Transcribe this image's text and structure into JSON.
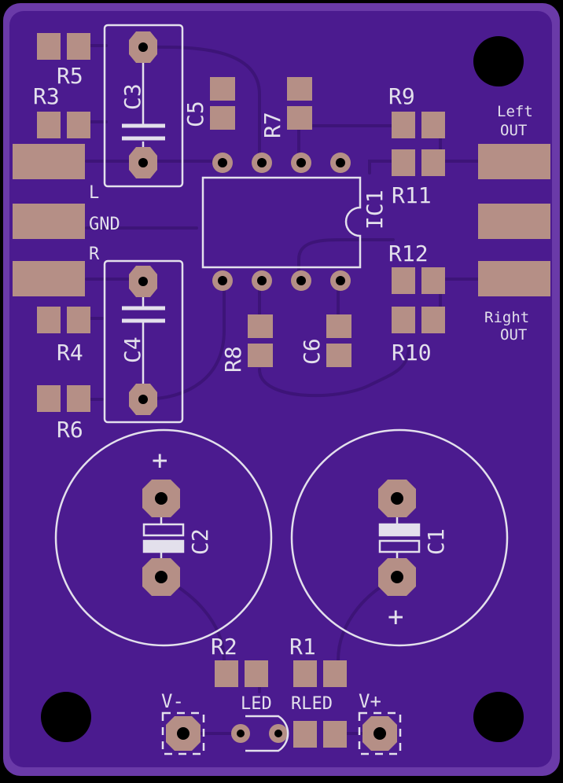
{
  "colors": {
    "background": "#000000",
    "board": "#4b1b8f",
    "board_edge": "#6a3aa8",
    "trace": "#3d1478",
    "pad": "#b58f86",
    "silk": "#e3e0ec",
    "hole": "#000000"
  },
  "labels": {
    "r5": "R5",
    "r3": "R3",
    "c3": "C3",
    "c5": "C5",
    "r7": "R7",
    "r9": "R9",
    "left_out_1": "Left",
    "left_out_2": "OUT",
    "r11": "R11",
    "ic1": "IC1",
    "l": "L",
    "gnd": "GND",
    "r": "R",
    "r12": "R12",
    "c4": "C4",
    "r4": "R4",
    "r8": "R8",
    "c6": "C6",
    "r10": "R10",
    "right_out_1": "Right",
    "right_out_2": "OUT",
    "r6": "R6",
    "c2": "C2",
    "c1": "C1",
    "plus_c2": "+",
    "plus_c1": "+",
    "r2": "R2",
    "r1": "R1",
    "v_minus": "V-",
    "led": "LED",
    "rled": "RLED",
    "v_plus": "V+"
  }
}
